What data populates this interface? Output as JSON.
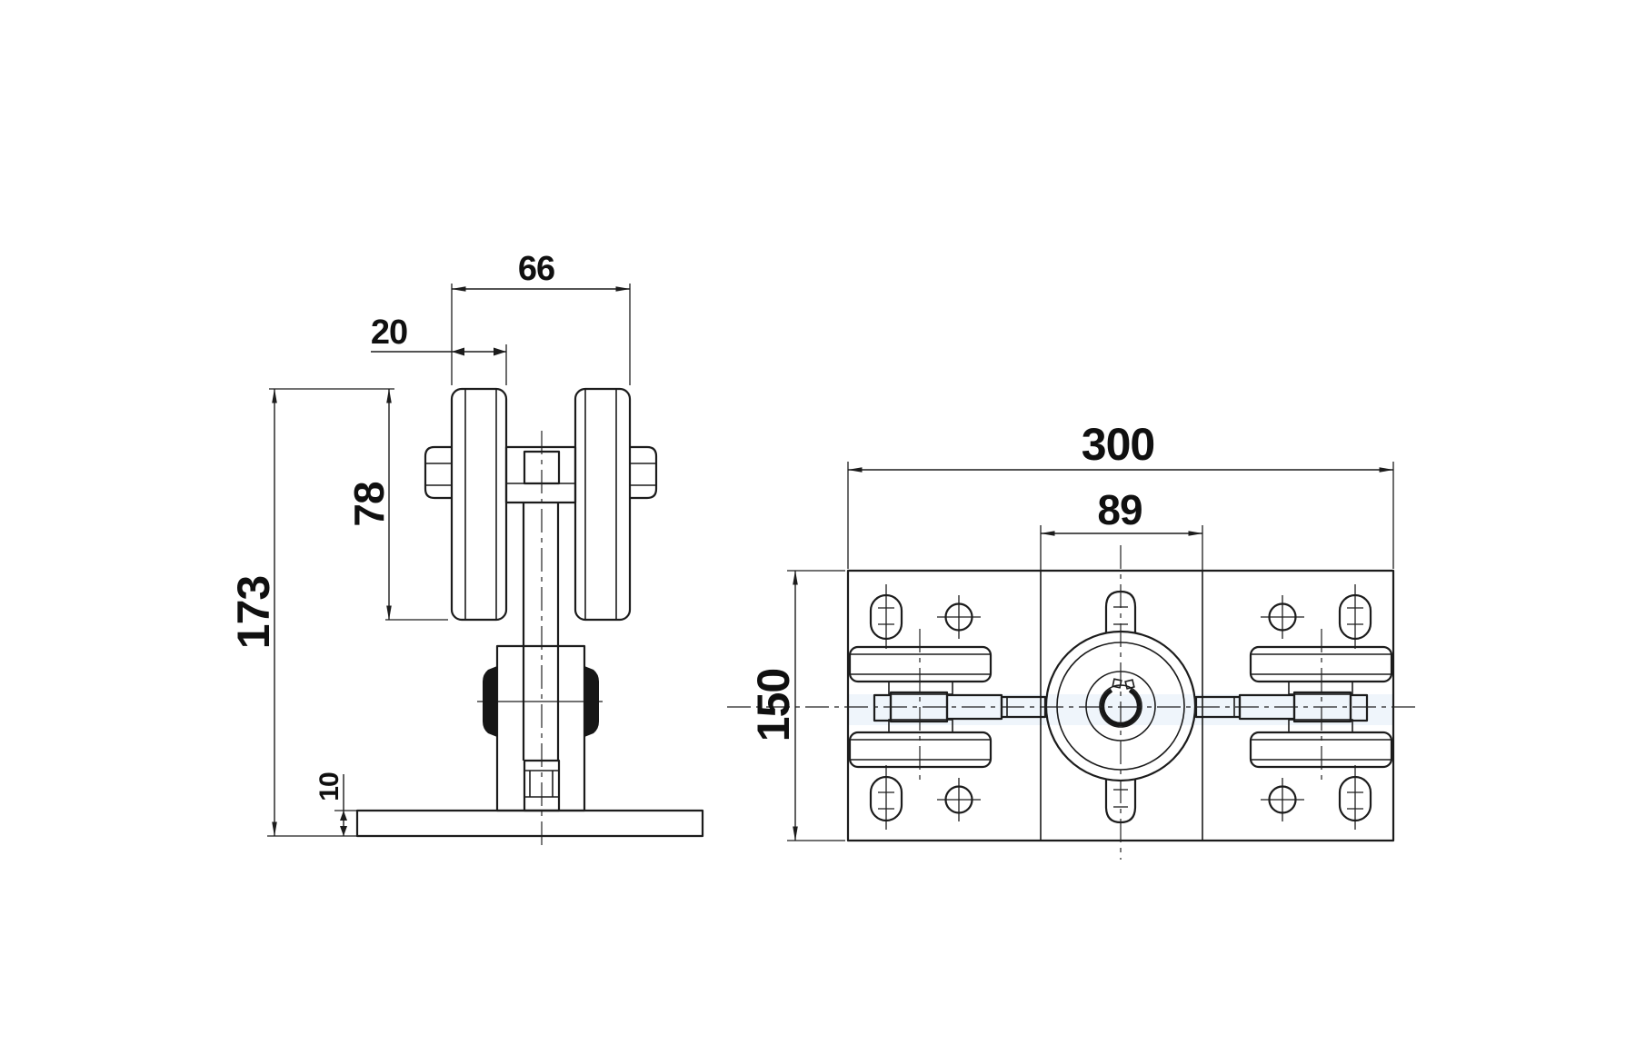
{
  "drawing": {
    "background_color": "#ffffff",
    "line_color": "#1c1c1c",
    "highlight_band_color": "#dce9f6",
    "views": {
      "front": {
        "title": "front-view-of-roller-bracket",
        "dims": {
          "wheel_pair_outer_width": "66",
          "wheel_width": "20",
          "wheel_diameter": "78",
          "overall_height": "173",
          "base_plate_thickness": "10"
        }
      },
      "top": {
        "title": "top-view-of-mounting-plate",
        "dims": {
          "plate_length": "300",
          "hub_section_width": "89",
          "plate_depth": "150"
        }
      }
    }
  }
}
